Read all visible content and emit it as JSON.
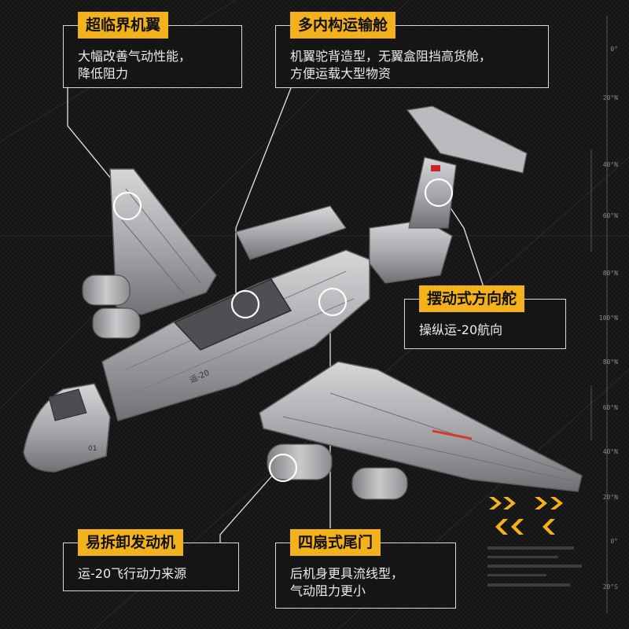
{
  "callouts": {
    "wing": {
      "title": "超临界机翼",
      "body_line1": "大幅改善气动性能，",
      "body_line2": "降低阻力"
    },
    "cargo": {
      "title": "多内构运输舱",
      "body_line1": "机翼驼背造型，无翼盒阻挡高货舱，",
      "body_line2": "方便运载大型物资"
    },
    "rudder": {
      "title": "摆动式方向舵",
      "body_line1": "操纵运-20航向"
    },
    "engine": {
      "title": "易拆卸发动机",
      "body_line1": "运-20飞行动力来源"
    },
    "tailgate": {
      "title": "四扇式尾门",
      "body_line1": "后机身更具流线型，",
      "body_line2": "气动阻力更小"
    }
  },
  "aircraft_markings": {
    "fuselage_code": "运-20",
    "nose_number": "01"
  },
  "scale_labels": [
    "0°",
    "20°N",
    "40°N",
    "60°N",
    "80°N",
    "100°N",
    "80°N",
    "60°N",
    "40°N",
    "20°N",
    "0°",
    "20°S"
  ],
  "colors": {
    "accent": "#f3b21c",
    "background": "#141414",
    "model_gray": "#a9abae",
    "chevron": "#f3b21c"
  }
}
